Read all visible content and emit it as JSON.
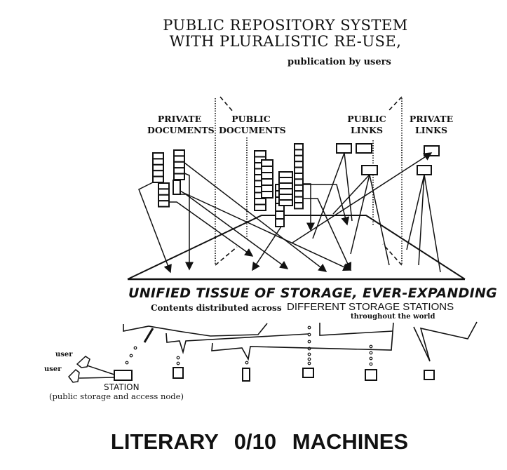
{
  "title": {
    "line1": "PUBLIC REPOSITORY SYSTEM",
    "line2": "WITH PLURALISTIC RE-USE,",
    "line3": "publication by users"
  },
  "regions": {
    "private_documents": [
      "PRIVATE",
      "DOCUMENTS"
    ],
    "public_documents": [
      "PUBLIC",
      "DOCUMENTS"
    ],
    "public_links": [
      "PUBLIC",
      "LINKS"
    ],
    "private_links": [
      "PRIVATE",
      "LINKS"
    ]
  },
  "storage": {
    "heading": "UNIFIED TISSUE OF STORAGE, EVER-EXPANDING",
    "sub_a": "Contents distributed across",
    "sub_b": "DIFFERENT STORAGE STATIONS",
    "sub_c": "throughout the world"
  },
  "network": {
    "user1": "user",
    "user2": "user",
    "station_label": "STATION",
    "station_desc": "(public storage and access node)"
  },
  "footer": "LITERARY 0/10 MACHINES"
}
